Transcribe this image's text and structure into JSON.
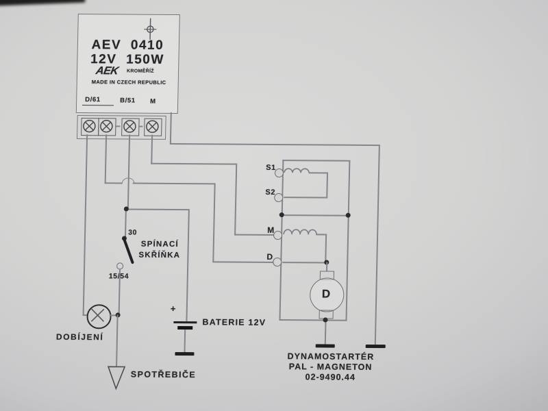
{
  "regulator": {
    "model": "AEV 0410",
    "rating": "12V 150W",
    "brand": "AEK",
    "brand_city": "KROMĚŘÍŽ",
    "made_in": "MADE IN CZECH REPUBLIC",
    "terminals": [
      "D/61",
      "B/51",
      "M"
    ]
  },
  "ignition_switch": {
    "terminal_top": "30",
    "terminal_bottom": "15/54",
    "label_line1": "SPÍNACÍ",
    "label_line2": "SKŘÍŇKA"
  },
  "charge_lamp": {
    "label": "DOBÍJENÍ"
  },
  "consumers": {
    "label": "SPOTŘEBIČE"
  },
  "battery": {
    "polarity": "+",
    "label": "BATERIE 12V"
  },
  "dynamostarter": {
    "terminals": [
      "S1",
      "S2",
      "M",
      "D"
    ],
    "motor_label": "D",
    "caption_line1": "DYNAMOSTARTÉR",
    "caption_line2": "PAL - MAGNETON",
    "caption_line3": "02-9490.44"
  },
  "colors": {
    "paper": "#d2d2d3",
    "wire": "#85858c",
    "ink": "#26262a"
  }
}
